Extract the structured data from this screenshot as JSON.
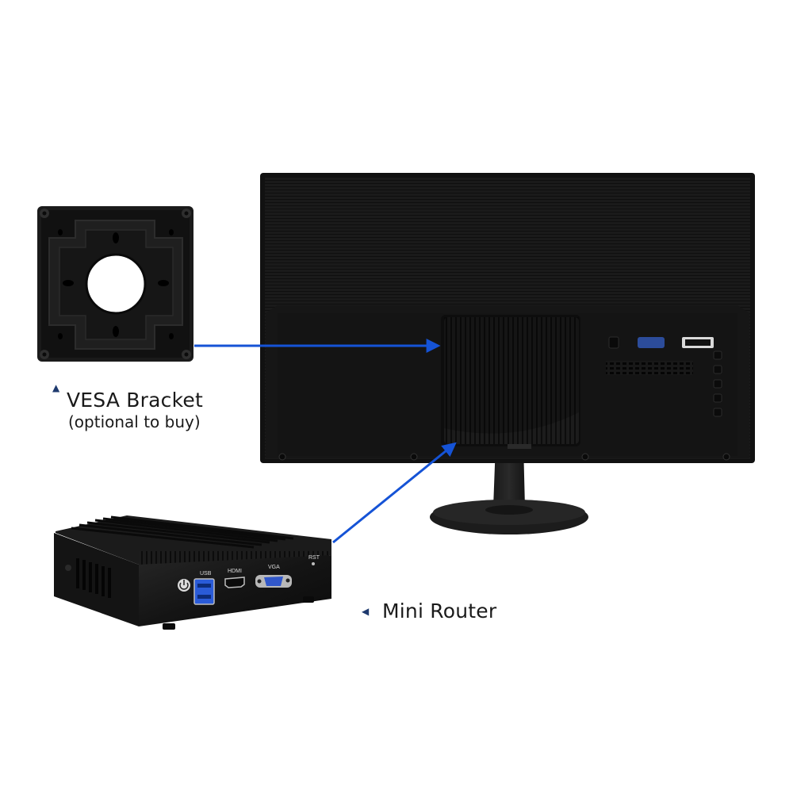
{
  "captions": {
    "bracket_title": "VESA Bracket",
    "bracket_subtitle": "(optional to buy)",
    "router_title": "Mini Router"
  },
  "router_ports": {
    "usb": "USB",
    "hdmi": "HDMI",
    "vga": "VGA",
    "rst": "RST"
  },
  "icons": {
    "pointer": "triangle-pointer",
    "power": "power-icon"
  },
  "colors": {
    "arrow": "#1553d6",
    "device": "#151515",
    "port_usb": "#2a5bd8",
    "port_vga": "#3157c9",
    "caption_pointer": "#1e3a6e"
  }
}
